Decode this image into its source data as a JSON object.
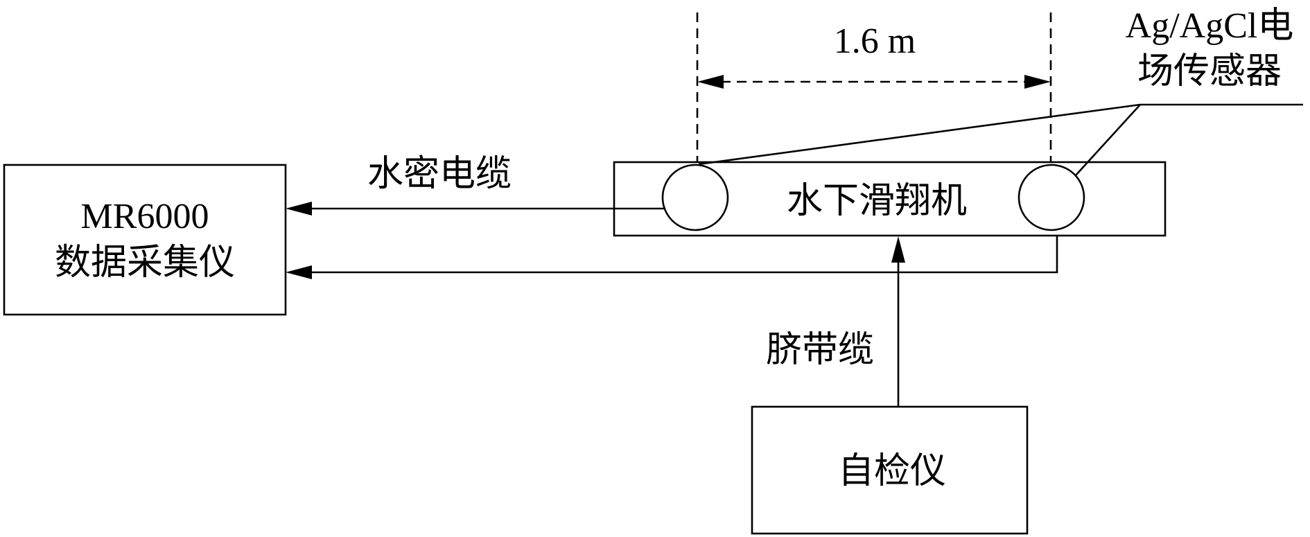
{
  "data_logger": {
    "line1": "MR6000",
    "line2": "数据采集仪"
  },
  "glider": {
    "label": "水下滑翔机"
  },
  "self_checker": {
    "label": "自检仪"
  },
  "distance_label": "1.6 m",
  "sensor_label": {
    "line1": "Ag/AgCl电",
    "line2": "场传感器"
  },
  "watertight_cable_label": "水密电缆",
  "umbilical_cable_label": "脐带缆"
}
